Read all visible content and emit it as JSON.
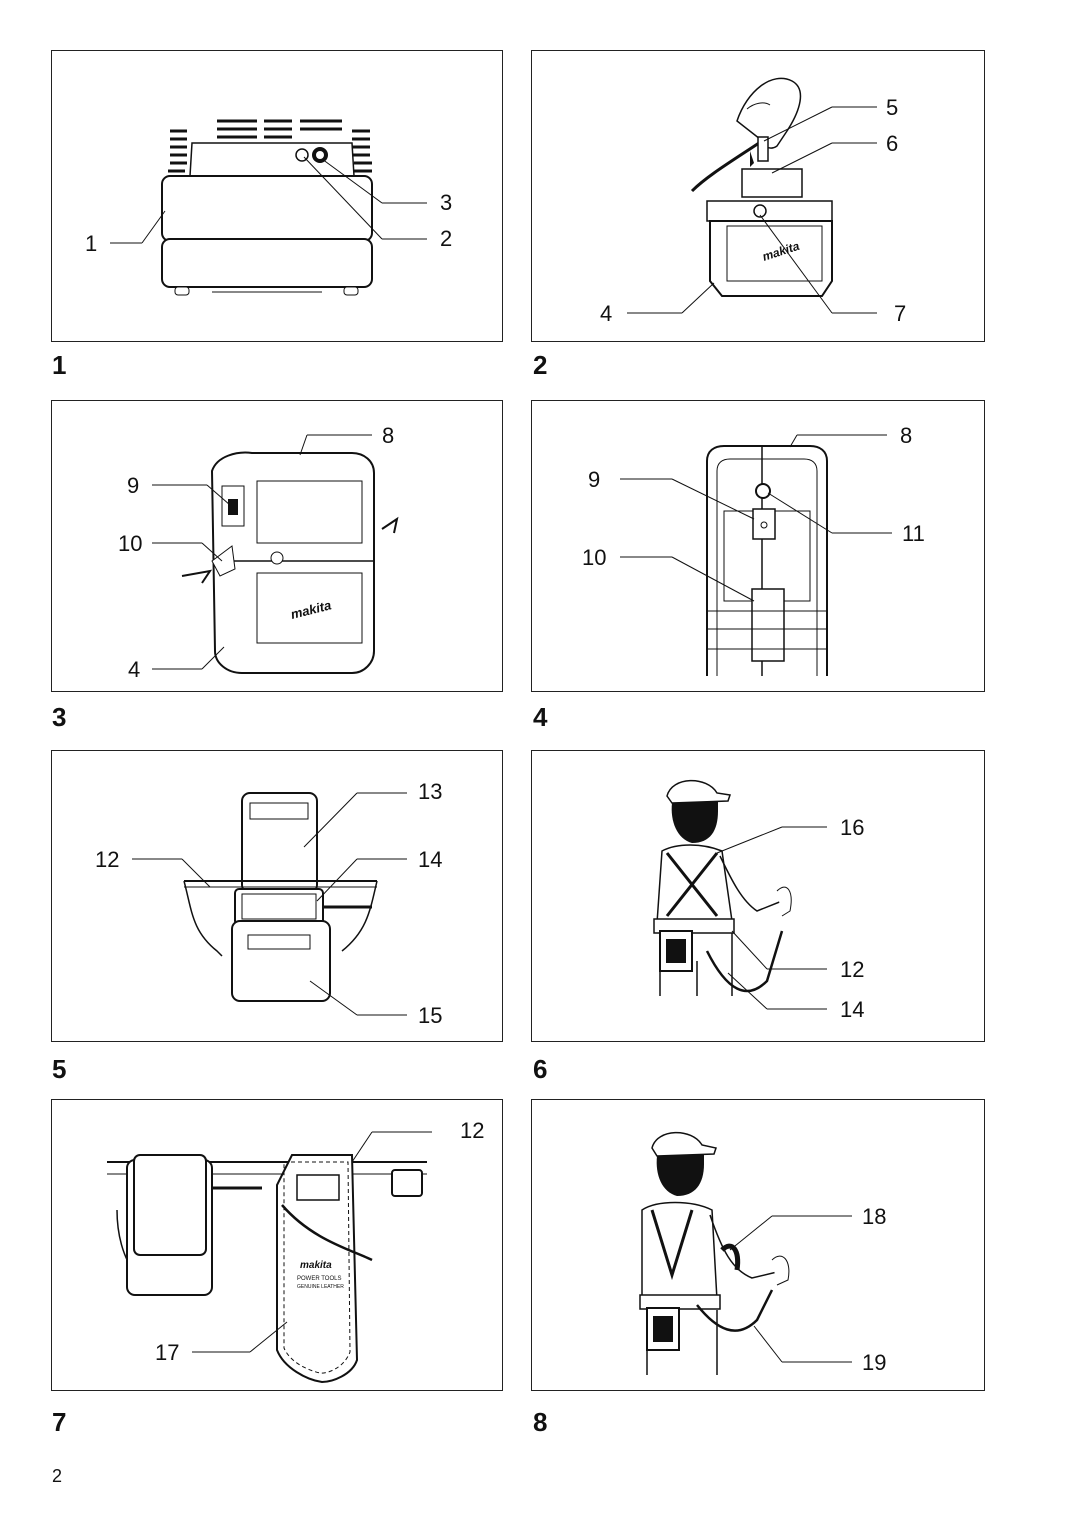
{
  "page_number": "2",
  "figures": [
    {
      "number": "1",
      "callouts": [
        "1",
        "3",
        "2"
      ]
    },
    {
      "number": "2",
      "callouts": [
        "5",
        "6",
        "4",
        "7"
      ]
    },
    {
      "number": "3",
      "callouts": [
        "8",
        "9",
        "10",
        "4"
      ]
    },
    {
      "number": "4",
      "callouts": [
        "8",
        "9",
        "11",
        "10"
      ]
    },
    {
      "number": "5",
      "callouts": [
        "13",
        "12",
        "14",
        "15"
      ]
    },
    {
      "number": "6",
      "callouts": [
        "16",
        "12",
        "14"
      ]
    },
    {
      "number": "7",
      "callouts": [
        "12",
        "17"
      ]
    },
    {
      "number": "8",
      "callouts": [
        "18",
        "19"
      ]
    }
  ],
  "logo_text": "makita",
  "pouch_text": [
    "POWER TOOLS",
    "GENUINE LEATHER"
  ]
}
